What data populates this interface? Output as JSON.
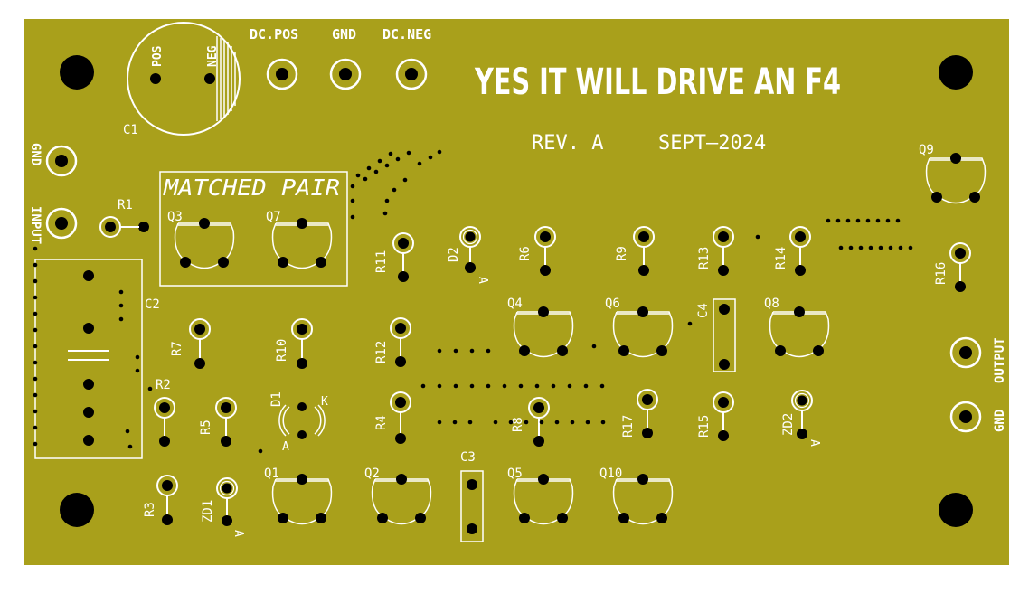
{
  "board": {
    "title": "YES IT WILL DRIVE AN F4",
    "revision": "REV. A",
    "date": "SEPT—2024",
    "matched_pair": "MATCHED PAIR",
    "colors": {
      "board": "#a9a01b",
      "silk": "#ffffff",
      "copper": "#000000",
      "background": "#ffffff"
    }
  },
  "connectors": {
    "dc_pos": "DC.POS",
    "gnd_top": "GND",
    "dc_neg": "DC.NEG",
    "gnd_left": "GND",
    "input": "INPUT",
    "output": "OUTPUT",
    "gnd_right": "GND"
  },
  "capacitors": {
    "c1": "C1",
    "c1_pos": "POS",
    "c1_neg": "NEG",
    "c2": "C2",
    "c3": "C3",
    "c4": "C4"
  },
  "transistors": {
    "q1": "Q1",
    "q2": "Q2",
    "q3": "Q3",
    "q4": "Q4",
    "q5": "Q5",
    "q6": "Q6",
    "q7": "Q7",
    "q8": "Q8",
    "q9": "Q9",
    "q10": "Q10"
  },
  "resistors": {
    "r1": "R1",
    "r2": "R2",
    "r3": "R3",
    "r4": "R4",
    "r5": "R5",
    "r6": "R6",
    "r7": "R7",
    "r8": "R8",
    "r9": "R9",
    "r10": "R10",
    "r11": "R11",
    "r12": "R12",
    "r13": "R13",
    "r14": "R14",
    "r15": "R15",
    "r16": "R16",
    "r17": "R17"
  },
  "diodes": {
    "d1": "D1",
    "d1_k": "K",
    "d1_a": "A",
    "d2": "D2",
    "d2_a": "A",
    "zd1": "ZD1",
    "zd1_a": "A",
    "zd2": "ZD2",
    "zd2_a": "A"
  }
}
